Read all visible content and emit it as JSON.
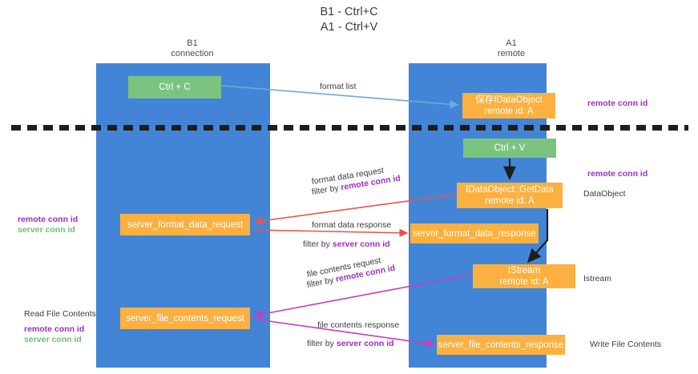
{
  "title": {
    "line1": "B1 - Ctrl+C",
    "line2": "A1 - Ctrl+V"
  },
  "columns": [
    {
      "name": "B1",
      "sub": "connection"
    },
    {
      "name": "A1",
      "sub": "remote"
    }
  ],
  "nodes": {
    "ctrl_c": {
      "label": "Ctrl + C",
      "color": "#7ac47f"
    },
    "save_idataobject": {
      "line1": "保存IDataObject",
      "line2": "remote id: A",
      "color": "#fbb040"
    },
    "ctrl_v": {
      "label": "Ctrl + V",
      "color": "#7ac47f"
    },
    "getdata": {
      "line1": "IDataObject::GetData",
      "line2": "remote id: A",
      "color": "#fbb040"
    },
    "server_format_data_request": {
      "label": "server_format_data_request",
      "color": "#fbb040"
    },
    "server_format_data_response": {
      "label": "server_format_data_response",
      "color": "#fbb040"
    },
    "istream": {
      "line1": "IStream",
      "line2": "remote id: A",
      "color": "#fbb040"
    },
    "server_file_contents_request": {
      "label": "server_file_contents_request",
      "color": "#fbb040"
    },
    "server_file_contents_response": {
      "label": "server_file_contents_response",
      "color": "#fbb040"
    }
  },
  "edge_labels": {
    "format_list": "format list",
    "format_data_request": "format data request",
    "format_data_request_filter_prefix": "filter by ",
    "format_data_request_filter_key": "remote conn id",
    "format_data_response": "format data response",
    "format_data_response_filter_prefix": "filter by ",
    "format_data_response_filter_key": "server conn id",
    "file_contents_request": "file contents request",
    "file_contents_request_filter_prefix": "filter by ",
    "file_contents_request_filter_key": "remote conn id",
    "file_contents_response": "file contents response",
    "file_contents_response_filter_prefix": "filter by ",
    "file_contents_response_filter_key": "server conn id"
  },
  "annotations": {
    "remote_conn_id_top": "remote conn id",
    "remote_conn_id_mid": "remote conn id",
    "dataobject": "DataObject",
    "istream": "Istream",
    "write_file_contents": "Write File Contents",
    "read_file_contents": "Read File Contents",
    "left_remote_conn_id_1": "remote conn id",
    "left_server_conn_id_1": "server conn id",
    "left_remote_conn_id_2": "remote conn id",
    "left_server_conn_id_2": "server conn id"
  },
  "colors": {
    "lane": "#4285d6",
    "green_node": "#7ac47f",
    "orange_node": "#fbb040",
    "purple_text": "#9b30c9",
    "green_text": "#6ec071",
    "arrow_blue": "#6fa8dc",
    "arrow_red": "#e8544a",
    "arrow_magenta": "#cc3bbf",
    "arrow_black": "#1e1e1e",
    "separator": "#1e1e1e",
    "background": "#ffffff"
  }
}
